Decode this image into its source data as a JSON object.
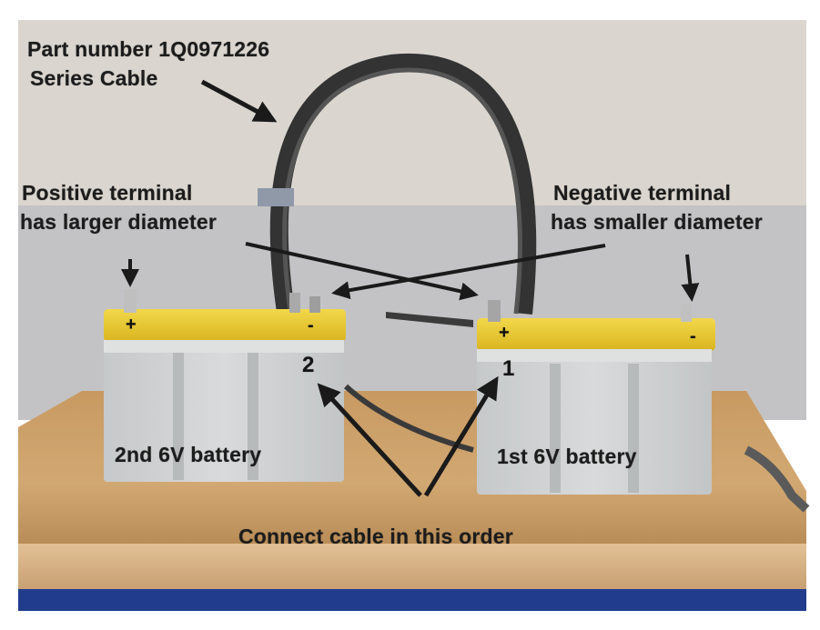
{
  "photo": {
    "description_free": true,
    "colors": {
      "wall": "#c9c7c3",
      "wall_upper": "#dcd9d3",
      "tabletop": "#c79d69",
      "table_edge": "#d8b68a",
      "blue_band": "#1f3a8a",
      "battery_body": "#cfd2d3",
      "battery_cap": "#e9c82a",
      "cable": "#3a3a3a"
    }
  },
  "annotations": {
    "part_line1": "Part number 1Q0971226",
    "part_line2": "Series Cable",
    "pos_line1": "Positive terminal",
    "pos_line2": "has larger diameter",
    "neg_line1": "Negative terminal",
    "neg_line2": "has smaller diameter",
    "battery_left": "2nd 6V battery",
    "battery_right": "1st 6V battery",
    "order_left": "2",
    "order_right": "1",
    "connect": "Connect cable in this order",
    "plus": "+",
    "minus": "-"
  }
}
